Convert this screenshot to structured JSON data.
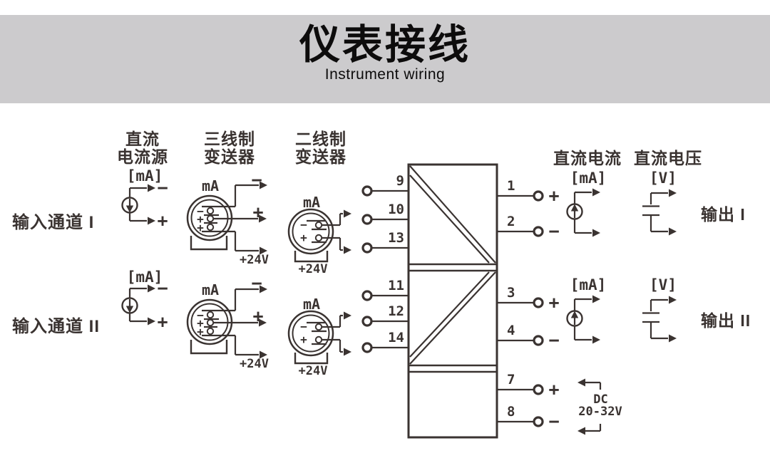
{
  "header": {
    "title": "仪表接线",
    "subtitle": "Instrument wiring"
  },
  "colors": {
    "line": "#3a3331",
    "banner": "#cccbcd",
    "ink": "#0d0c0c"
  },
  "headings": {
    "dc_current_source": {
      "line1": "直流",
      "line2": "电流源"
    },
    "three_wire": {
      "line1": "三线制",
      "line2": "变送器"
    },
    "two_wire": {
      "line1": "二线制",
      "line2": "变送器"
    },
    "dc_current": "直流电流",
    "dc_voltage": "直流电压"
  },
  "labels": {
    "input_ch1": "输入通道 I",
    "input_ch2": "输入通道 II",
    "output_ch1": "输出 I",
    "output_ch2": "输出 II",
    "dc": "DC",
    "dc_range": "20-32V"
  },
  "units": {
    "ma_br": "[mA]",
    "v_br": "[V]",
    "ma": "mA",
    "p24": "+24V"
  },
  "signs": {
    "plus": "+",
    "minus": "−"
  },
  "terminals": {
    "left": [
      "9",
      "10",
      "13",
      "11",
      "12",
      "14"
    ],
    "right": [
      "1",
      "2",
      "3",
      "4",
      "7",
      "8"
    ],
    "right_signs": [
      "+",
      "−",
      "+",
      "−",
      "+",
      "−"
    ]
  }
}
